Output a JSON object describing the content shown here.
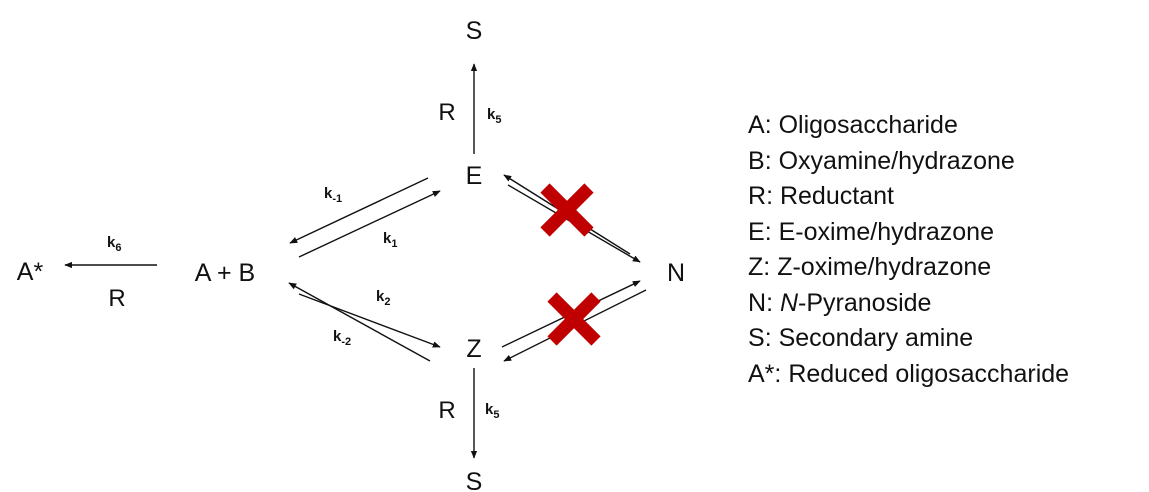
{
  "diagram": {
    "nodes": {
      "a_plus_b": "A + B",
      "e": "E",
      "z": "Z",
      "n": "N",
      "s_top": "S",
      "s_bottom": "S",
      "a_star": "A*"
    },
    "conditions": {
      "r_top": "R",
      "r_bottom": "R",
      "r_left": "R"
    },
    "rates": {
      "k_minus1": {
        "base": "k",
        "sub": "-1"
      },
      "k1": {
        "base": "k",
        "sub": "1"
      },
      "k2": {
        "base": "k",
        "sub": "2"
      },
      "k_minus2": {
        "base": "k",
        "sub": "-2"
      },
      "k5_top": {
        "base": "k",
        "sub": "5"
      },
      "k5_bottom": {
        "base": "k",
        "sub": "5"
      },
      "k6": {
        "base": "k",
        "sub": "6"
      }
    },
    "colors": {
      "arrow": "#111111",
      "blocked_mark": "#c00000"
    },
    "blocked_marks": [
      "x-mark-icon",
      "x-mark-icon"
    ]
  },
  "legend": [
    {
      "key": "A",
      "sep": ": ",
      "text": "Oligosaccharide"
    },
    {
      "key": "B",
      "sep": ": ",
      "text": "Oxyamine/hydrazone"
    },
    {
      "key": "R",
      "sep": ": ",
      "text": "Reductant"
    },
    {
      "key": "E",
      "sep": ": ",
      "text": "E-oxime/hydrazone"
    },
    {
      "key": "Z",
      "sep": ": ",
      "text": "Z-oxime/hydrazone"
    },
    {
      "key": "N",
      "sep": ": ",
      "text": "-Pyranoside",
      "italic_prefix": "N"
    },
    {
      "key": "S",
      "sep": ": ",
      "text": "Secondary amine"
    },
    {
      "key": "A*",
      "sep": ": ",
      "text": "Reduced oligosaccharide"
    }
  ]
}
